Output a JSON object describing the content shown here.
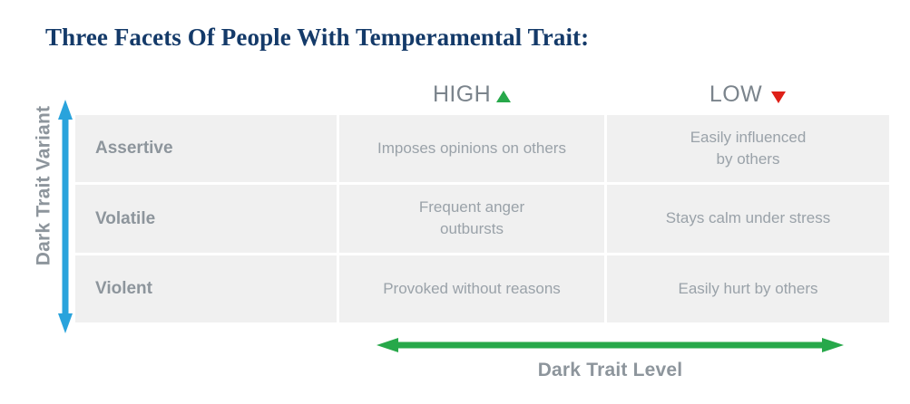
{
  "title": "Three Facets Of People With Temperamental Trait:",
  "columns": {
    "high": {
      "label": "HIGH",
      "indicator": "triangle-up-green"
    },
    "low": {
      "label": "LOW",
      "indicator": "triangle-down-red"
    }
  },
  "axes": {
    "vertical": {
      "label": "Dark Trait Variant",
      "arrow": "double-headed-vertical"
    },
    "horizontal": {
      "label": "Dark Trait Level",
      "arrow": "double-headed-horizontal"
    }
  },
  "rows": [
    {
      "label": "Assertive",
      "high": "Imposes opinions on others",
      "low": "Easily influenced\nby others"
    },
    {
      "label": "Volatile",
      "high": "Frequent anger\noutbursts",
      "low": "Stays calm under stress"
    },
    {
      "label": "Violent",
      "high": "Provoked without reasons",
      "low": "Easily hurt by others"
    }
  ],
  "colors": {
    "title": "#143A69",
    "cell_background": "#F0F0F0",
    "text_muted": "#9AA2A9",
    "label_text": "#8D959C",
    "green": "#27A84A",
    "red": "#DE2018",
    "blue": "#29A3DC"
  }
}
